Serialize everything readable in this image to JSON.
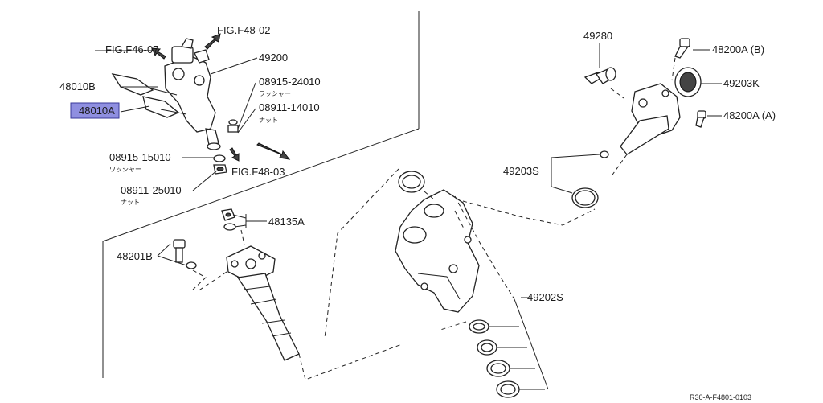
{
  "diagram": {
    "highlight_color": "#8f8fe0",
    "figure_code": "R30-A-F4801-0103",
    "labels": {
      "fig_f46_07": "FIG.F46-07",
      "fig_f48_02": "FIG.F48-02",
      "fig_f48_03": "FIG.F48-03",
      "p49200": "49200",
      "p48010b": "48010B",
      "p48010a": "48010A",
      "p08915_24010": "08915-24010",
      "p08911_14010": "08911-14010",
      "p08915_15010": "08915-15010",
      "p08911_25010": "08911-25010",
      "p48135a": "48135A",
      "p48201b": "48201B",
      "p49280": "49280",
      "p48200a_b": "48200A (B)",
      "p49203k": "49203K",
      "p48200a_a": "48200A (A)",
      "p49203s": "49203S",
      "p49202s": "49202S"
    },
    "sublabels": {
      "washer_1": "ワッシャー",
      "nut_1": "ナット",
      "washer_2": "ワッシャー",
      "nut_2": "ナット"
    }
  }
}
